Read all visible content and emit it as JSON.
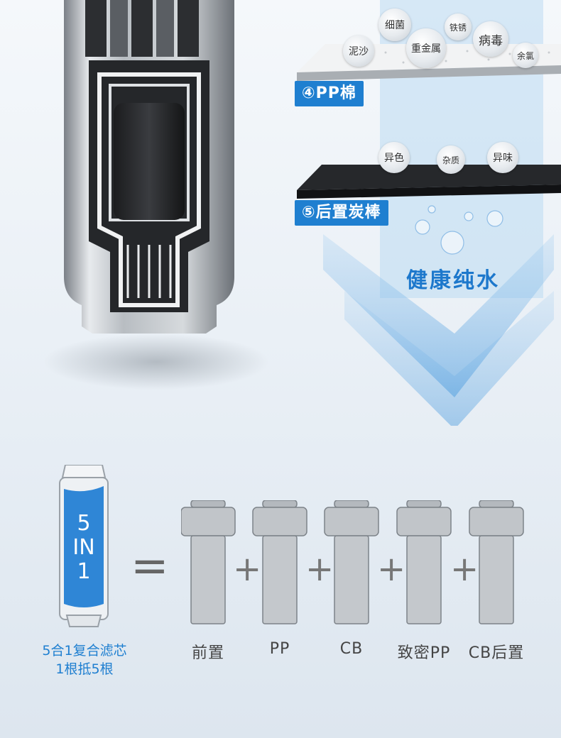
{
  "layers": [
    {
      "tag": "④PP棉",
      "contaminants": [
        "细菌",
        "铁锈",
        "病毒",
        "泥沙",
        "重金属",
        "余氯"
      ]
    },
    {
      "tag": "⑤后置炭棒",
      "contaminants": [
        "异色",
        "杂质",
        "异味"
      ]
    }
  ],
  "result_text": "健康纯水",
  "combo": {
    "badge_lines": [
      "5",
      "IN",
      "1"
    ],
    "summary_line1": "5合1复合滤芯",
    "summary_line2": "1根抵5根",
    "equals": "=",
    "plus": "+",
    "cartridges": [
      "前置",
      "PP",
      "CB",
      "致密PP",
      "CB后置"
    ]
  },
  "colors": {
    "accent": "#1f7fd0",
    "text_blue": "#1d78cc",
    "carbon": "#1e1f22",
    "cartridge_gray": "#c4c8cc"
  }
}
